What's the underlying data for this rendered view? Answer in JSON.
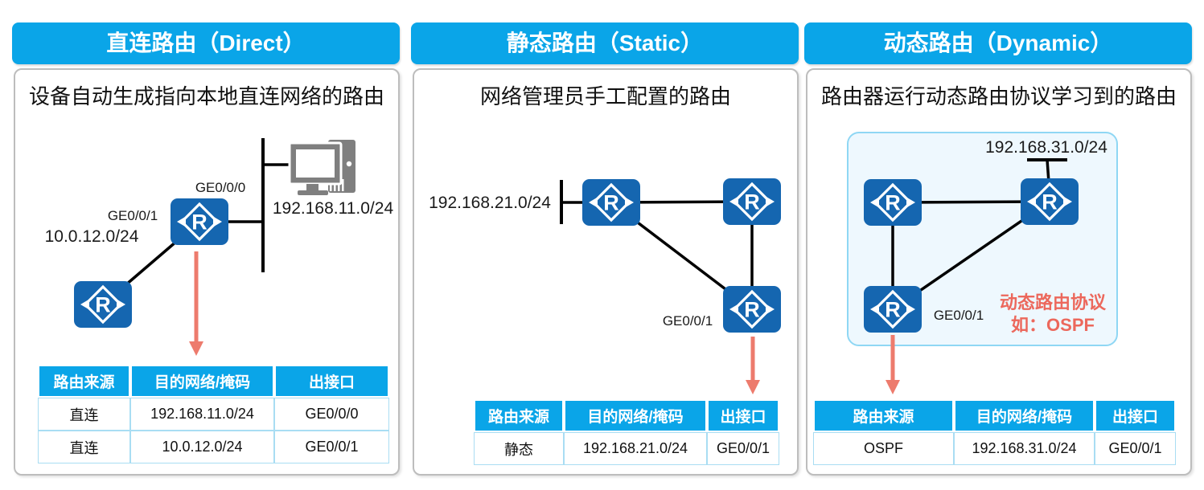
{
  "colors": {
    "header_blue": "#0aa5e8",
    "router_blue": "#1566b0",
    "link_black": "#000000",
    "arrow_red": "#ed7b6d",
    "note_red": "#ec685c",
    "zone_fill": "#eef8fe",
    "zone_border": "#8fd7f4",
    "table_border": "#a9ddf3",
    "panel_border": "#bdbdbd",
    "pc_gray": "#7f7f7f",
    "text_black": "#111111"
  },
  "panels": [
    {
      "title": "直连路由（Direct）",
      "description": "设备自动生成指向本地直连网络的路由",
      "labels": {
        "ge0": "GE0/0/0",
        "ge1": "GE0/0/1",
        "net_left": "10.0.12.0/24",
        "net_right": "192.168.11.0/24"
      },
      "table": {
        "headers": [
          "路由来源",
          "目的网络/掩码",
          "出接口"
        ],
        "rows": [
          [
            "直连",
            "192.168.11.0/24",
            "GE0/0/0"
          ],
          [
            "直连",
            "10.0.12.0/24",
            "GE0/0/1"
          ]
        ]
      }
    },
    {
      "title": "静态路由（Static）",
      "description": "网络管理员手工配置的路由",
      "labels": {
        "net_left": "192.168.21.0/24",
        "ge1": "GE0/0/1"
      },
      "table": {
        "headers": [
          "路由来源",
          "目的网络/掩码",
          "出接口"
        ],
        "rows": [
          [
            "静态",
            "192.168.21.0/24",
            "GE0/0/1"
          ]
        ]
      }
    },
    {
      "title": "动态路由（Dynamic）",
      "description": "路由器运行动态路由协议学习到的路由",
      "labels": {
        "net_top": "192.168.31.0/24",
        "ge1": "GE0/0/1",
        "note_line1": "动态路由协议",
        "note_line2": "如：OSPF"
      },
      "table": {
        "headers": [
          "路由来源",
          "目的网络/掩码",
          "出接口"
        ],
        "rows": [
          [
            "OSPF",
            "192.168.31.0/24",
            "GE0/0/1"
          ]
        ]
      }
    }
  ]
}
